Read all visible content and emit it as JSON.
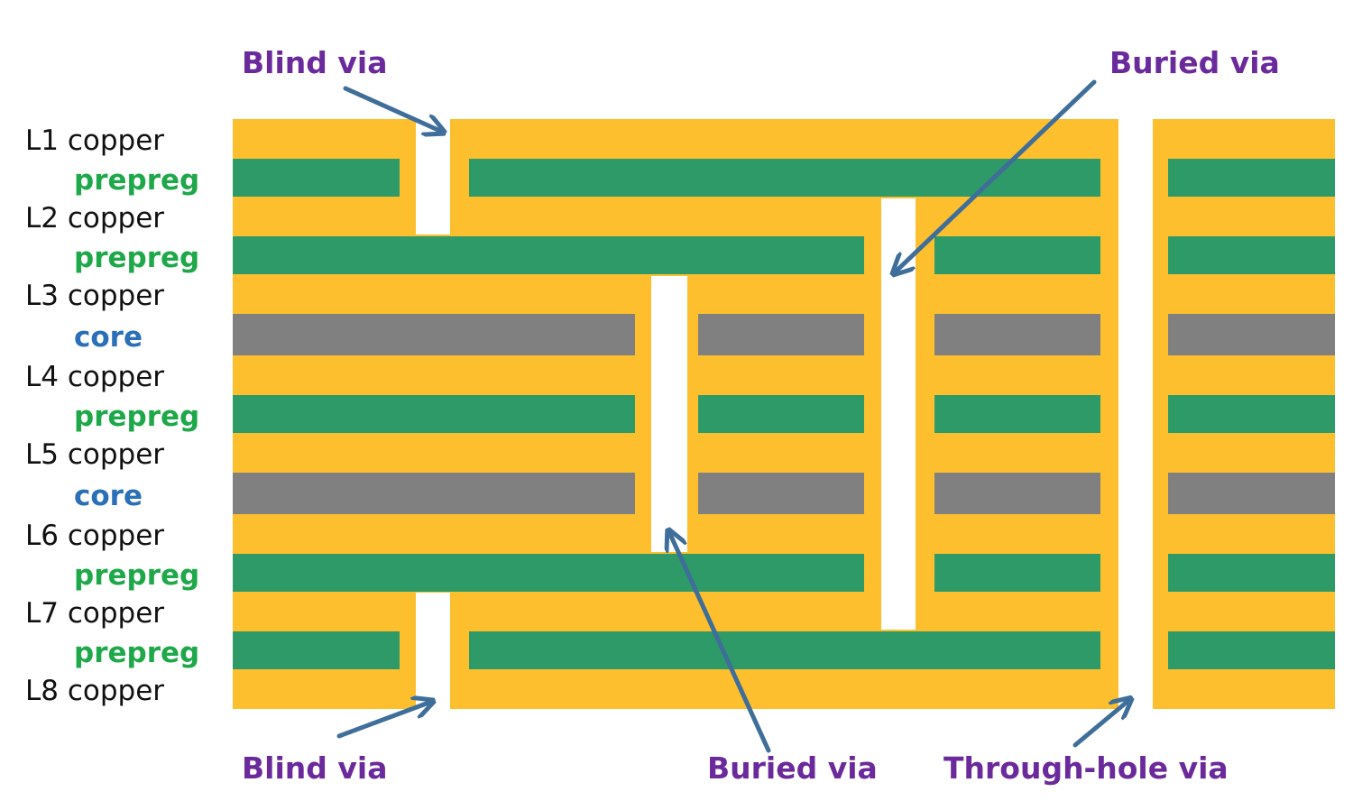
{
  "layers": [
    {
      "label": "L1 copper",
      "kind": "copper"
    },
    {
      "label": "prepreg",
      "kind": "prepreg"
    },
    {
      "label": "L2 copper",
      "kind": "copper"
    },
    {
      "label": "prepreg",
      "kind": "prepreg"
    },
    {
      "label": "L3 copper",
      "kind": "copper"
    },
    {
      "label": "core",
      "kind": "core"
    },
    {
      "label": "L4 copper",
      "kind": "copper"
    },
    {
      "label": "prepreg",
      "kind": "prepreg"
    },
    {
      "label": "L5 copper",
      "kind": "copper"
    },
    {
      "label": "core",
      "kind": "core"
    },
    {
      "label": "L6 copper",
      "kind": "copper"
    },
    {
      "label": "prepreg",
      "kind": "prepreg"
    },
    {
      "label": "L7 copper",
      "kind": "copper"
    },
    {
      "label": "prepreg",
      "kind": "prepreg"
    },
    {
      "label": "L8 copper",
      "kind": "copper"
    }
  ],
  "callouts": {
    "blind_via_top": "Blind via",
    "buried_via_top": "Buried via",
    "blind_via_bottom": "Blind via",
    "buried_via_bottom": "Buried via",
    "through_hole_via": "Through-hole via"
  },
  "colors": {
    "copper": "#FDBF2D",
    "prepreg": "#2E9A68",
    "core": "#808080",
    "arrow": "#3E6E99",
    "callout_text": "#6A2A9C",
    "prepreg_text": "#1FA84A",
    "core_text": "#2A6FB8",
    "hole": "#FFFFFF"
  }
}
